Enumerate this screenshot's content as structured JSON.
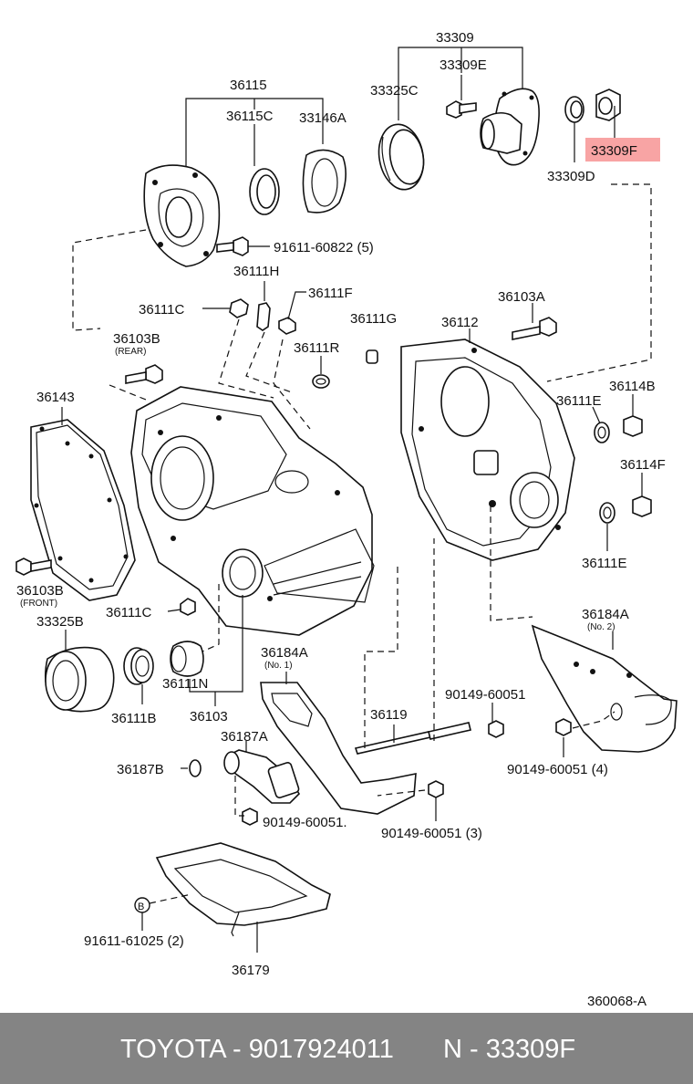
{
  "diagram": {
    "labels": {
      "l33309": "33309",
      "l33309E": "33309E",
      "l33325C": "33325C",
      "l33309F": "33309F",
      "l33309D": "33309D",
      "l36115": "36115",
      "l36115C": "36115C",
      "l33146A": "33146A",
      "l91611_60822": "91611-60822 (5)",
      "l36111H": "36111H",
      "l36111F": "36111F",
      "l36111C_top": "36111C",
      "l36103A": "36103A",
      "l36111G": "36111G",
      "l36112": "36112",
      "l36103B_rear": "36103B",
      "rear_note": "(REAR)",
      "l36111R": "36111R",
      "l36143": "36143",
      "l36114B": "36114B",
      "l36111E_top": "36111E",
      "l36114F": "36114F",
      "l36111E_bottom": "36111E",
      "l36103B_front": "36103B",
      "front_note": "(FRONT)",
      "l36111C_bottom": "36111C",
      "l36184A_right": "36184A",
      "no2_note": "(No. 2)",
      "l33325B": "33325B",
      "l36111N": "36111N",
      "l36111B": "36111B",
      "l36103": "36103",
      "l36184A_left": "36184A",
      "no1_note": "(No. 1)",
      "l90149_60051_top": "90149-60051",
      "l36119": "36119",
      "l36187A": "36187A",
      "l90149_60051_4": "90149-60051 (4)",
      "l36187B": "36187B",
      "l90149_60051_mid": "90149-60051.",
      "l90149_60051_3": "90149-60051 (3)",
      "l91611_61025": "91611-61025 (2)",
      "l36179": "36179",
      "l360068A": "360068-A",
      "marker_b": "B"
    },
    "highlight_color": "#f8a4a4"
  },
  "footer": {
    "left": "TOYOTA - 9017924011",
    "right": "N - 33309F",
    "background": "#848484"
  }
}
